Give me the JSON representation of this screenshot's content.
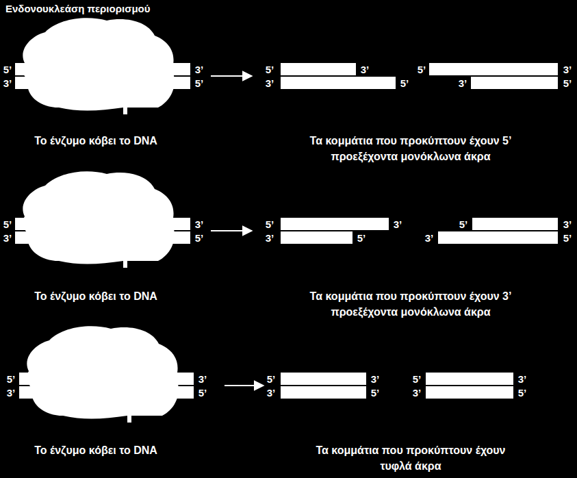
{
  "diagram": {
    "title": "Ενδονουκλεάση περιορισμού",
    "labels": [
      "5’",
      "3’",
      "3’",
      "5’",
      "5’",
      "3’",
      "3’",
      "5’",
      "5’",
      "3’",
      "3’",
      "5’",
      "Το ένζυμο κόβει το DNA",
      "Τα κομμάτια που προκύπτουν έχουν 5’ προεξέχοντα μονόκλωνα άκρα",
      "5’",
      "3’",
      "3’",
      "5’",
      "5’",
      "3’",
      "3’",
      "5’",
      "5’",
      "3’",
      "3’",
      "5’",
      "Το ένζυμο κόβει το DNA",
      "Τα κομμάτια που προκύπτουν έχουν 3’ προεξέχοντα μονόκλωνα άκρα",
      "5’",
      "3’",
      "3’",
      "5’",
      "5’",
      "3’",
      "3’",
      "5’",
      "5’",
      "3’",
      "3’",
      "5’",
      "Το ένζυμο κόβει το DNA",
      "Τα κομμάτια που προκύπτουν έχουν τυφλά άκρα"
    ]
  }
}
